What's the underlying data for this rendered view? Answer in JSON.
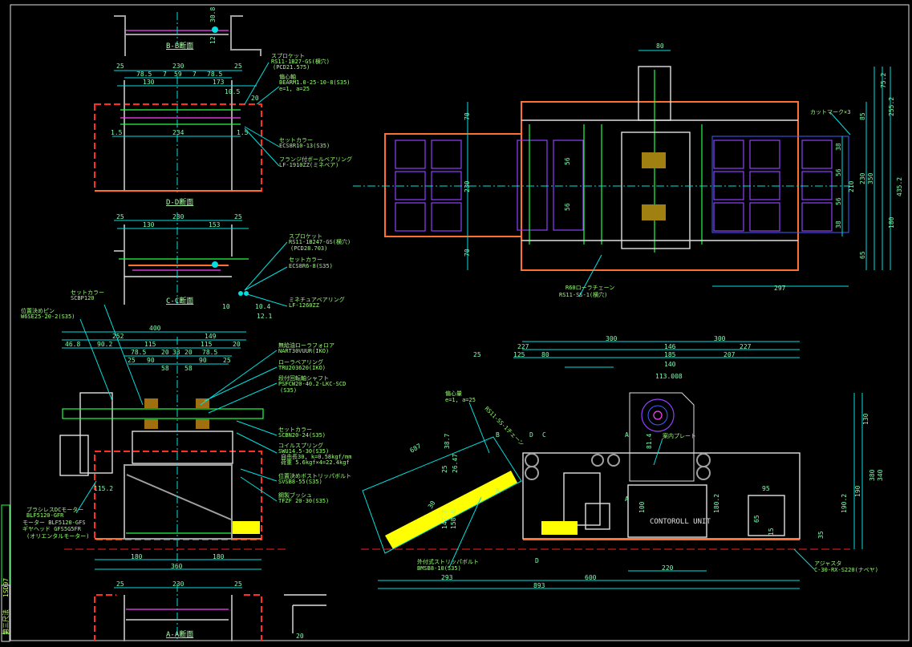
{
  "colors": {
    "background": "#000000",
    "dimension": "#00e0e0",
    "frame": "#ff3020",
    "highlight": "#ffff00"
  },
  "title_block": {
    "drawing_no": "1SD97",
    "label": "第三尺法"
  },
  "sections": {
    "bb": {
      "title": "B-B断面",
      "dims": [
        "30.8",
        "12"
      ]
    },
    "dd": {
      "title": "D-D断面",
      "dims": [
        "25",
        "230",
        "25",
        "78.5",
        "7",
        "59",
        "7",
        "78.5",
        "130",
        "173",
        "10.5",
        "20",
        "1.5",
        "234",
        "1.5"
      ],
      "notes": [
        "スプロケット",
        "RS11-1B27-GS(横穴)",
        "(PCD21.575)",
        "偏心軸",
        "BEARM1.0-25-10-8(S35)",
        "e=1, a=25",
        "セットカラー",
        "ECS8R10-13(S35)",
        "フランジ付ボールベアリング",
        "LF-1910ZZ(ミネベア)"
      ]
    },
    "cc": {
      "title": "C-C断面",
      "dims": [
        "25",
        "230",
        "25",
        "130",
        "153",
        "10",
        "10.4",
        "12.1"
      ],
      "notes": [
        "スプロケット",
        "RS11-1B247-GS(横穴)",
        "(PCD28.703)",
        "セットカラー",
        "ECS8R6-8(S35)",
        "ミネチュアベアリング",
        "LF-1260ZZ"
      ]
    },
    "aa": {
      "title": "A-A断面",
      "dims": [
        "25",
        "230",
        "25",
        "20"
      ]
    }
  },
  "front_view": {
    "dims": [
      "400",
      "252",
      "149",
      "46.8",
      "90.2",
      "115",
      "115",
      "20",
      "78.5",
      "20",
      "33",
      "20",
      "78.5",
      "25",
      "90",
      "90",
      "25",
      "58",
      "58",
      "115.2",
      "180",
      "180",
      "360"
    ],
    "notes": [
      "セットカラー",
      "SCBP120",
      "位置決めピン",
      "W6SE25-20-2(S35)",
      "無給油ローラフォロア",
      "NART30VUUR(IKO)",
      "ローラベアリング",
      "TRU203620(IKO)",
      "段付回転軸シャフト",
      "PSFCW20-40.2-LKC-SCD",
      "(S35)",
      "セットカラー",
      "SCBN20-24(S35)",
      "コイルスプリング",
      "SWU14.5-30(S35)",
      "自由長30, k=0.58kgf/mm",
      "荷重 5.6kgf×4=22.4kgf",
      "位置決めボストリッパボルト",
      "SVSB8-55(S35)",
      "鋼製ブッシュ",
      "TFZF 20-30(S35)",
      "ブラシレスDCモーター",
      "BLF5120-GFR",
      "モーター BLF5120-GFS",
      "ギヤヘッド GFS5G5FR",
      "(オリエンタルモーター)"
    ]
  },
  "plan_view": {
    "dims": [
      "80",
      "70",
      "230",
      "70",
      "56",
      "56",
      "75.2",
      "255.2",
      "435.2",
      "85",
      "230",
      "350",
      "38",
      "56",
      "56",
      "38",
      "210",
      "180",
      "65",
      "297"
    ],
    "notes": [
      "カットマーク×3",
      "R60ローラチェーン",
      "RS11-SS-1(横穴)"
    ]
  },
  "side_view": {
    "dims": [
      "300",
      "300",
      "227",
      "146",
      "227",
      "25",
      "125",
      "80",
      "185",
      "207",
      "140",
      "130",
      "380",
      "340",
      "26.47",
      "38.7",
      "25",
      "147.7",
      "158.6",
      "81.4",
      "180.2",
      "190.2",
      "190",
      "100",
      "95",
      "65",
      "15",
      "293",
      "600",
      "893",
      "220",
      "687",
      "30",
      "35"
    ],
    "notes": [
      "偏心量",
      "e=1, a=25",
      "RS11-SS-1チェーン",
      "案内プレート",
      "外付式ストリッパボルト",
      "BMSB8-10(S35)",
      "アジャスタ",
      "C-30-RX-S220(ナベヤ)"
    ],
    "unit_label": "CONTOROLL UNIT",
    "motor_label": "113.008",
    "section_marks": [
      "B",
      "D",
      "C",
      "A",
      "B",
      "A",
      "D"
    ]
  }
}
